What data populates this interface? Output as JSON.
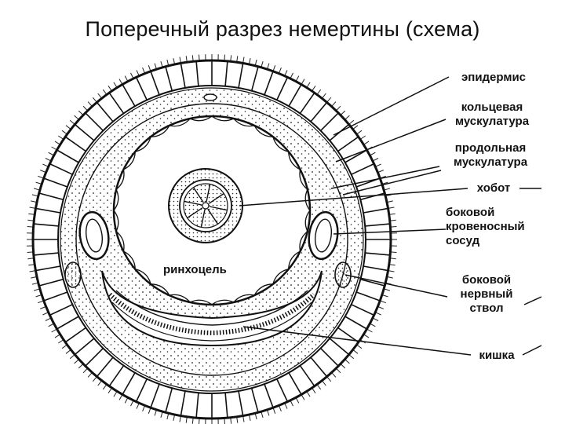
{
  "title": "Поперечный разрез немертины (схема)",
  "labels": {
    "epidermis": "эпидермис",
    "circular_muscle_1": "кольцевая",
    "circular_muscle_2": "мускулатура",
    "longitudinal_muscle_1": "продольная",
    "longitudinal_muscle_2": "мускулатура",
    "proboscis": "хобот",
    "blood_vessel_1": "боковой",
    "blood_vessel_2": "кровеносный",
    "blood_vessel_3": "сосуд",
    "nerve_cord_1": "боковой",
    "nerve_cord_2": "нервный",
    "nerve_cord_3": "ствол",
    "intestine": "кишка",
    "rhynchocoel": "ринхоцель"
  }
}
